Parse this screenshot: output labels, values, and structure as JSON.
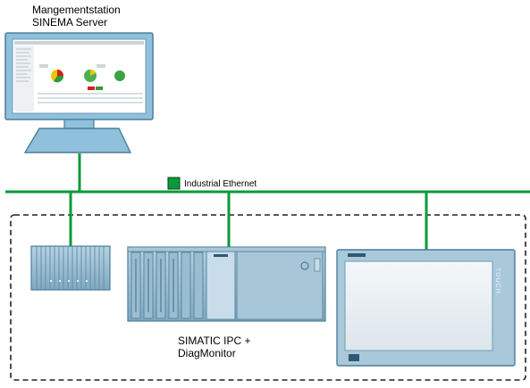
{
  "server": {
    "title_line1": "Mangementstation",
    "title_line2": "SINEMA Server"
  },
  "network": {
    "label": "Industrial Ethernet"
  },
  "ipc": {
    "label_line1": "SIMATIC IPC +",
    "label_line2": "DiagMonitor"
  },
  "panel": {
    "side_text": "TOUCH"
  },
  "colors": {
    "ethernet_green": "#0a9a3a",
    "device_blue": "#8fb7cf",
    "device_border": "#4b7d99",
    "monitor_bezel": "#7fb4d2"
  }
}
